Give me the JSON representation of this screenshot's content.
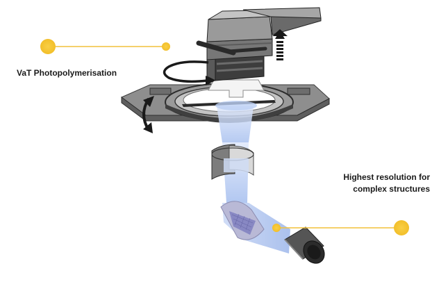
{
  "labels": {
    "vat": "VaT Photopolymerisation",
    "resolution_line1": "Highest resolution for",
    "resolution_line2": "complex structures"
  },
  "colors": {
    "accent": "#f7c637",
    "beam": "#a8c2ef",
    "metal_dark": "#5a5a5a",
    "metal_mid": "#8c8c8c",
    "metal_light": "#c9c9c9",
    "outline": "#1a1a1a"
  },
  "icons": [
    "rotate-arrow-icon",
    "tilt-arrow-icon",
    "up-arrow-icon",
    "callout-dot-icon"
  ]
}
